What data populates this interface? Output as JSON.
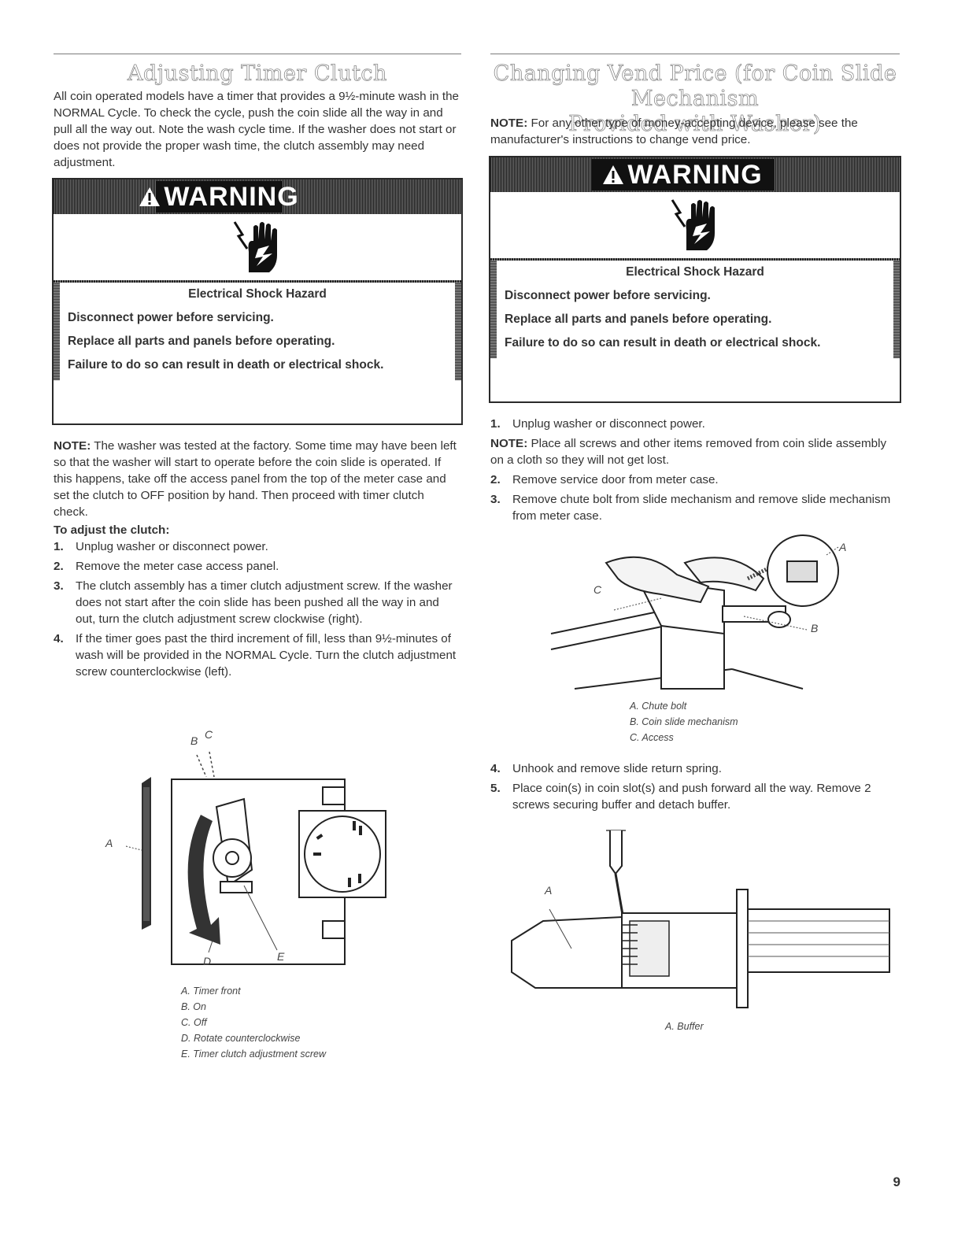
{
  "left": {
    "heading": "Adjusting Timer Clutch",
    "intro": "All coin operated models have a timer that provides a 9½-minute wash in the NORMAL Cycle. To check the cycle, push the coin slide all the way in and pull all the way out. Note the wash cycle time. If the washer does not start or does not provide the proper wash time, the clutch assembly may need adjustment.",
    "warning": {
      "title": "WARNING",
      "hazard": "Electrical Shock Hazard",
      "lines": [
        "Disconnect power before servicing.",
        "Replace all parts and panels before operating.",
        "Failure to do so can result in death or electrical shock."
      ]
    },
    "note_label": "NOTE:",
    "note_text": " The washer was tested at the factory. Some time may have been left so that the washer will start to operate before the coin slide is operated. If this happens, take off the access panel from the top of the meter case and set the clutch to OFF position by hand. Then proceed with timer clutch check.",
    "subhead": "To adjust the clutch:",
    "steps": [
      {
        "num": "1.",
        "text": "Unplug washer or disconnect power."
      },
      {
        "num": "2.",
        "text": "Remove the meter case access panel."
      },
      {
        "num": "3.",
        "text": "The clutch assembly has a timer clutch adjustment screw. If the washer does not start after the coin slide has been pushed all the way in and out, turn the clutch adjustment screw clockwise (right)."
      },
      {
        "num": "4.",
        "text": "If the timer goes past the third increment of fill, less than 9½-minutes of wash will be provided in the NORMAL Cycle. Turn the clutch adjustment screw counterclockwise (left)."
      }
    ],
    "figure_labels": {
      "a": "A",
      "b": "B",
      "c": "C",
      "d": "D",
      "e": "E"
    },
    "captions": [
      "A. Timer front",
      "B. On",
      "C. Off",
      "D. Rotate counterclockwise",
      "E. Timer clutch adjustment screw"
    ]
  },
  "right": {
    "heading_line1": "Changing Vend Price (for Coin Slide Mechanism",
    "heading_line2": "Provided with Washer)",
    "note1_label": "NOTE:",
    "note1_text": " For any other type of money-accepting device, please see the manufacturer's instructions to change vend price.",
    "warning": {
      "title": "WARNING",
      "hazard": "Electrical Shock Hazard",
      "lines": [
        "Disconnect power before servicing.",
        "Replace all parts and panels before operating.",
        "Failure to do so can result in death or electrical shock."
      ]
    },
    "step1": {
      "num": "1.",
      "text": "Unplug washer or disconnect power."
    },
    "note2_label": "NOTE:",
    "note2_text": " Place all screws and other items removed from coin slide assembly on a cloth so they will not get lost.",
    "steps_a": [
      {
        "num": "2.",
        "text": "Remove service door from meter case."
      },
      {
        "num": "3.",
        "text": "Remove chute bolt from slide mechanism and remove slide mechanism from meter case."
      }
    ],
    "fig1_labels": {
      "a": "A",
      "b": "B",
      "c": "C"
    },
    "fig1_captions": [
      "A. Chute bolt",
      "B. Coin slide mechanism",
      "C. Access"
    ],
    "steps_b": [
      {
        "num": "4.",
        "text": "Unhook and remove slide return spring."
      },
      {
        "num": "5.",
        "text": "Place coin(s) in coin slot(s) and push forward all the way. Remove 2 screws securing buffer and detach buffer."
      }
    ],
    "fig2_labels": {
      "a": "A"
    },
    "fig2_captions": [
      "A. Buffer"
    ]
  },
  "page_number": "9"
}
